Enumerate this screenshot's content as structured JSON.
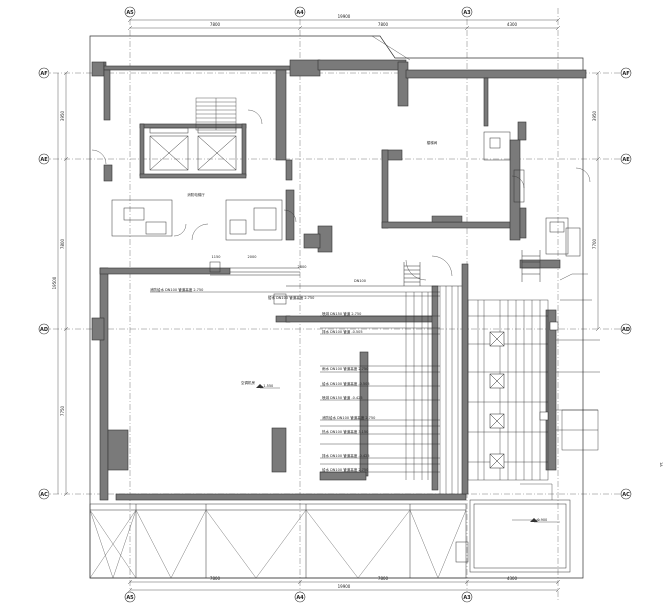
{
  "drawing": {
    "grid_top": [
      "A5",
      "A4",
      "A3"
    ],
    "grid_left": [
      "AF",
      "AE",
      "AD",
      "AC"
    ],
    "dims_top": [
      "7800",
      "7800",
      "4300",
      "19900"
    ],
    "dims_bottom": [
      "7800",
      "7800",
      "4300",
      "19900"
    ],
    "dims_left": [
      "3950",
      "7800",
      "7750",
      "19500"
    ],
    "dims_right": [
      "3950",
      "7700"
    ],
    "room_labels": [
      "消防电梯厅",
      "楼梯间",
      "空调机房"
    ],
    "elevations": [
      "-1.550",
      "-0.900"
    ],
    "pipe_labels": [
      "消防给水 DN100 管道高度 2.750",
      "给水 DN100 管道高度 2.750",
      "喷淋 DN150 管道 2.750",
      "排水 DN100 管道 -0.505",
      "雨水 DN100 管道高度 2.750",
      "给水 DN100 管道高度 -0.505",
      "喷淋 DN150 管道 -0.425",
      "消防给水 DN100 管道高度 2.750",
      "热水 DN100 管道高度 3.150",
      "排水 DN100 管道高度 -0.425",
      "给水 DN100 管道高度 2.750"
    ],
    "small_dims": [
      "1150",
      "2000",
      "2800",
      "DN100"
    ],
    "side_label": "1A"
  }
}
